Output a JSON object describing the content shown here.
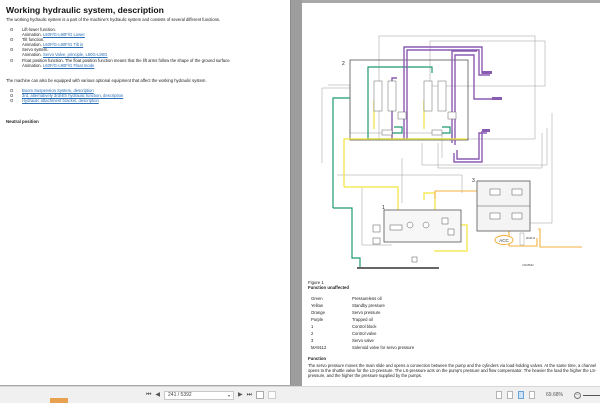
{
  "left_page": {
    "title": "Working hydraulic system, description",
    "intro": "The working hydraulic system is a part of the machine's hydraulic system and consists of several different functions.",
    "functions": [
      {
        "bullet": "O",
        "text": "Lift-lower function.",
        "anim_prefix": "Animation. ",
        "anim_link": "L60F/G-L90F/G Lower"
      },
      {
        "bullet": "O",
        "text": "Tilt function.",
        "anim_prefix": "Animation. ",
        "anim_link": "L60F/G-L90F/G Tilt in"
      },
      {
        "bullet": "O",
        "text": "Servo system.",
        "anim_prefix": "Animation. ",
        "anim_link": "Servo Valve, principle, L60G-L90G"
      },
      {
        "bullet": "O",
        "text": "Float position function. The float position function means that the lift arms follow the shape of the ground surface.",
        "anim_prefix": "Animation. ",
        "anim_link": "L60F/G-L90F/G Float mode"
      }
    ],
    "optional_text": "The machine can also be equipped with various optional equipment that affect the working hydraulic system.",
    "optional_links": [
      {
        "bullet": "O",
        "text": "Boom Suspension System, description"
      },
      {
        "bullet": "O",
        "text": "3rd, alternatively 3rd/4th hydraulic function, description"
      },
      {
        "bullet": "O",
        "text": "Hydraulic attachment bracket, description"
      }
    ],
    "section_heading": "Neutral position"
  },
  "right_page": {
    "diagram": {
      "labels": {
        "control_valve": "2",
        "servo_valve": "3",
        "control_block": "1",
        "acc": "ACC",
        "ref": "V1105962",
        "solenoid": "MA9112"
      },
      "colors": {
        "green": "#1f9a6e",
        "yellow": "#f2e33a",
        "orange": "#f2b13f",
        "purple": "#8a5bb2",
        "lines": "#7c7c7c"
      }
    },
    "figure_title": "Figure 1",
    "figure_subtitle": "Function unaffected",
    "legend": [
      {
        "key": "Green",
        "value": "Pressureless oil"
      },
      {
        "key": "Yellow",
        "value": "Standby pressure"
      },
      {
        "key": "Orange",
        "value": "Servo pressure"
      },
      {
        "key": "Purple",
        "value": "Trapped oil"
      },
      {
        "key": "1",
        "value": "Control block"
      },
      {
        "key": "2",
        "value": "Control valve"
      },
      {
        "key": "3",
        "value": "Servo valve"
      },
      {
        "key": "MA9112",
        "value": "Solenoid valve for servo pressure"
      }
    ],
    "function_heading": "Function",
    "function_text": "The servo pressure moves the main slide and opens a connection between the pump and the cylinders via load-holding valves. At the same time, a channel opens to the shuttle valve for the LS-pressure. The LS-pressure acts on the pump's pressure and flow compensator. The heavier the load the higher the LS-pressure, and the higher the pressure supplied by the pumps."
  },
  "statusbar": {
    "first_page": "⏮",
    "prev_page": "◀",
    "page_value": "241 / 5392",
    "next_page": "▶",
    "last_page": "⏭",
    "zoom_value": "69.68%",
    "zoom_out": "−"
  }
}
